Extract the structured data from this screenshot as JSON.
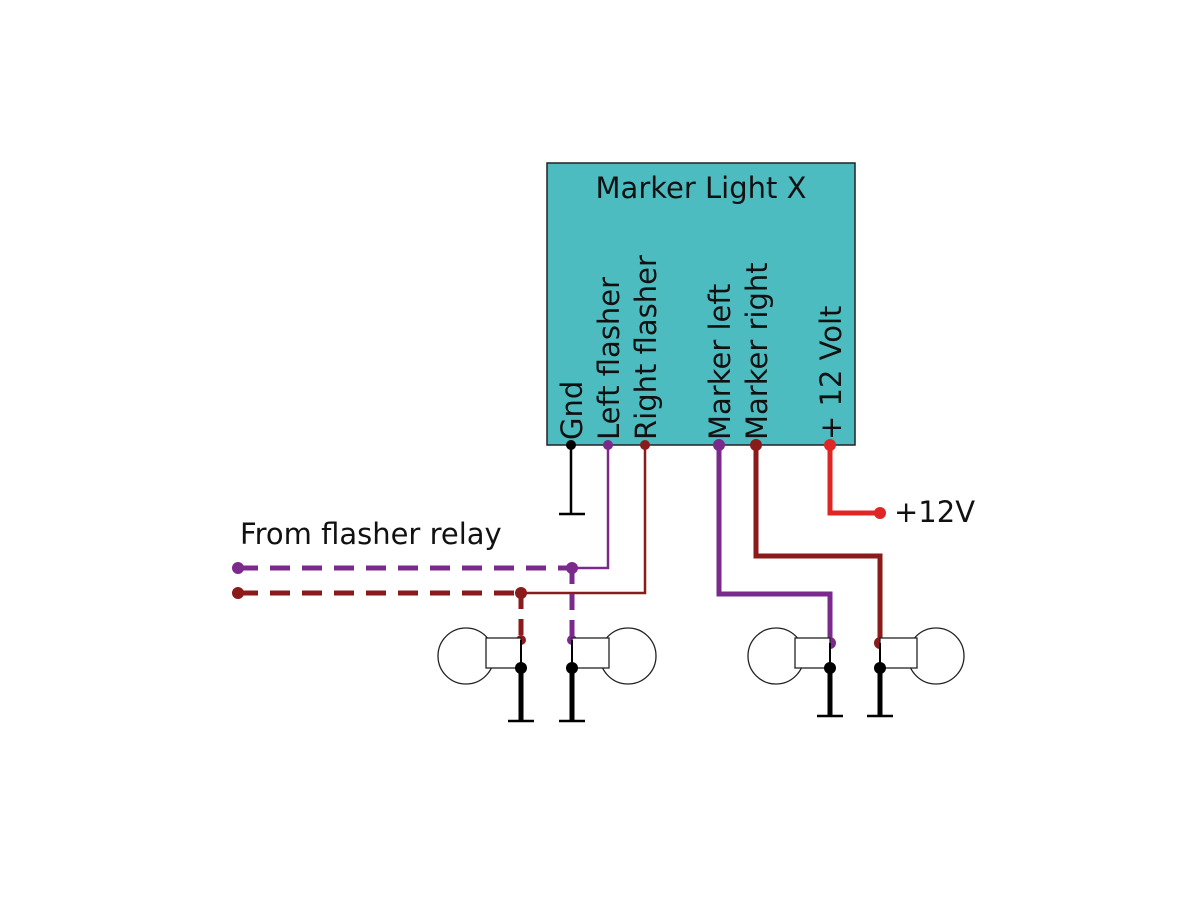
{
  "module": {
    "title": "Marker Light X",
    "fill_color": "#4dbcc0",
    "pins": [
      {
        "label": "Gnd",
        "color": "#000000"
      },
      {
        "label": "Left flasher",
        "color": "#7b2a8c"
      },
      {
        "label": "Right flasher",
        "color": "#8b1a1a"
      },
      {
        "label": "Marker left",
        "color": "#7b2a8c"
      },
      {
        "label": "Marker right",
        "color": "#8b1a1a"
      },
      {
        "label": "+ 12 Volt",
        "color": "#e02525"
      }
    ]
  },
  "supply_label": "+12V",
  "relay_label": "From flasher relay",
  "wire_colors": {
    "purple": "#7b2a8c",
    "dark_red": "#8b1a1a",
    "red": "#e02525",
    "ground": "#000000"
  }
}
